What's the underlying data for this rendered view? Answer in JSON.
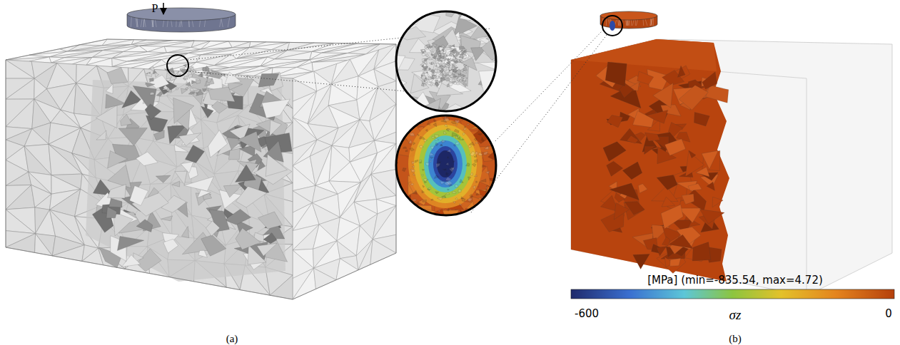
{
  "diagram": {
    "labels": [
      "P",
      "(a)",
      "(b)",
      "[MPa] (min=-835.54, max=4.72)",
      "-600",
      "σz",
      "0"
    ]
  }
}
